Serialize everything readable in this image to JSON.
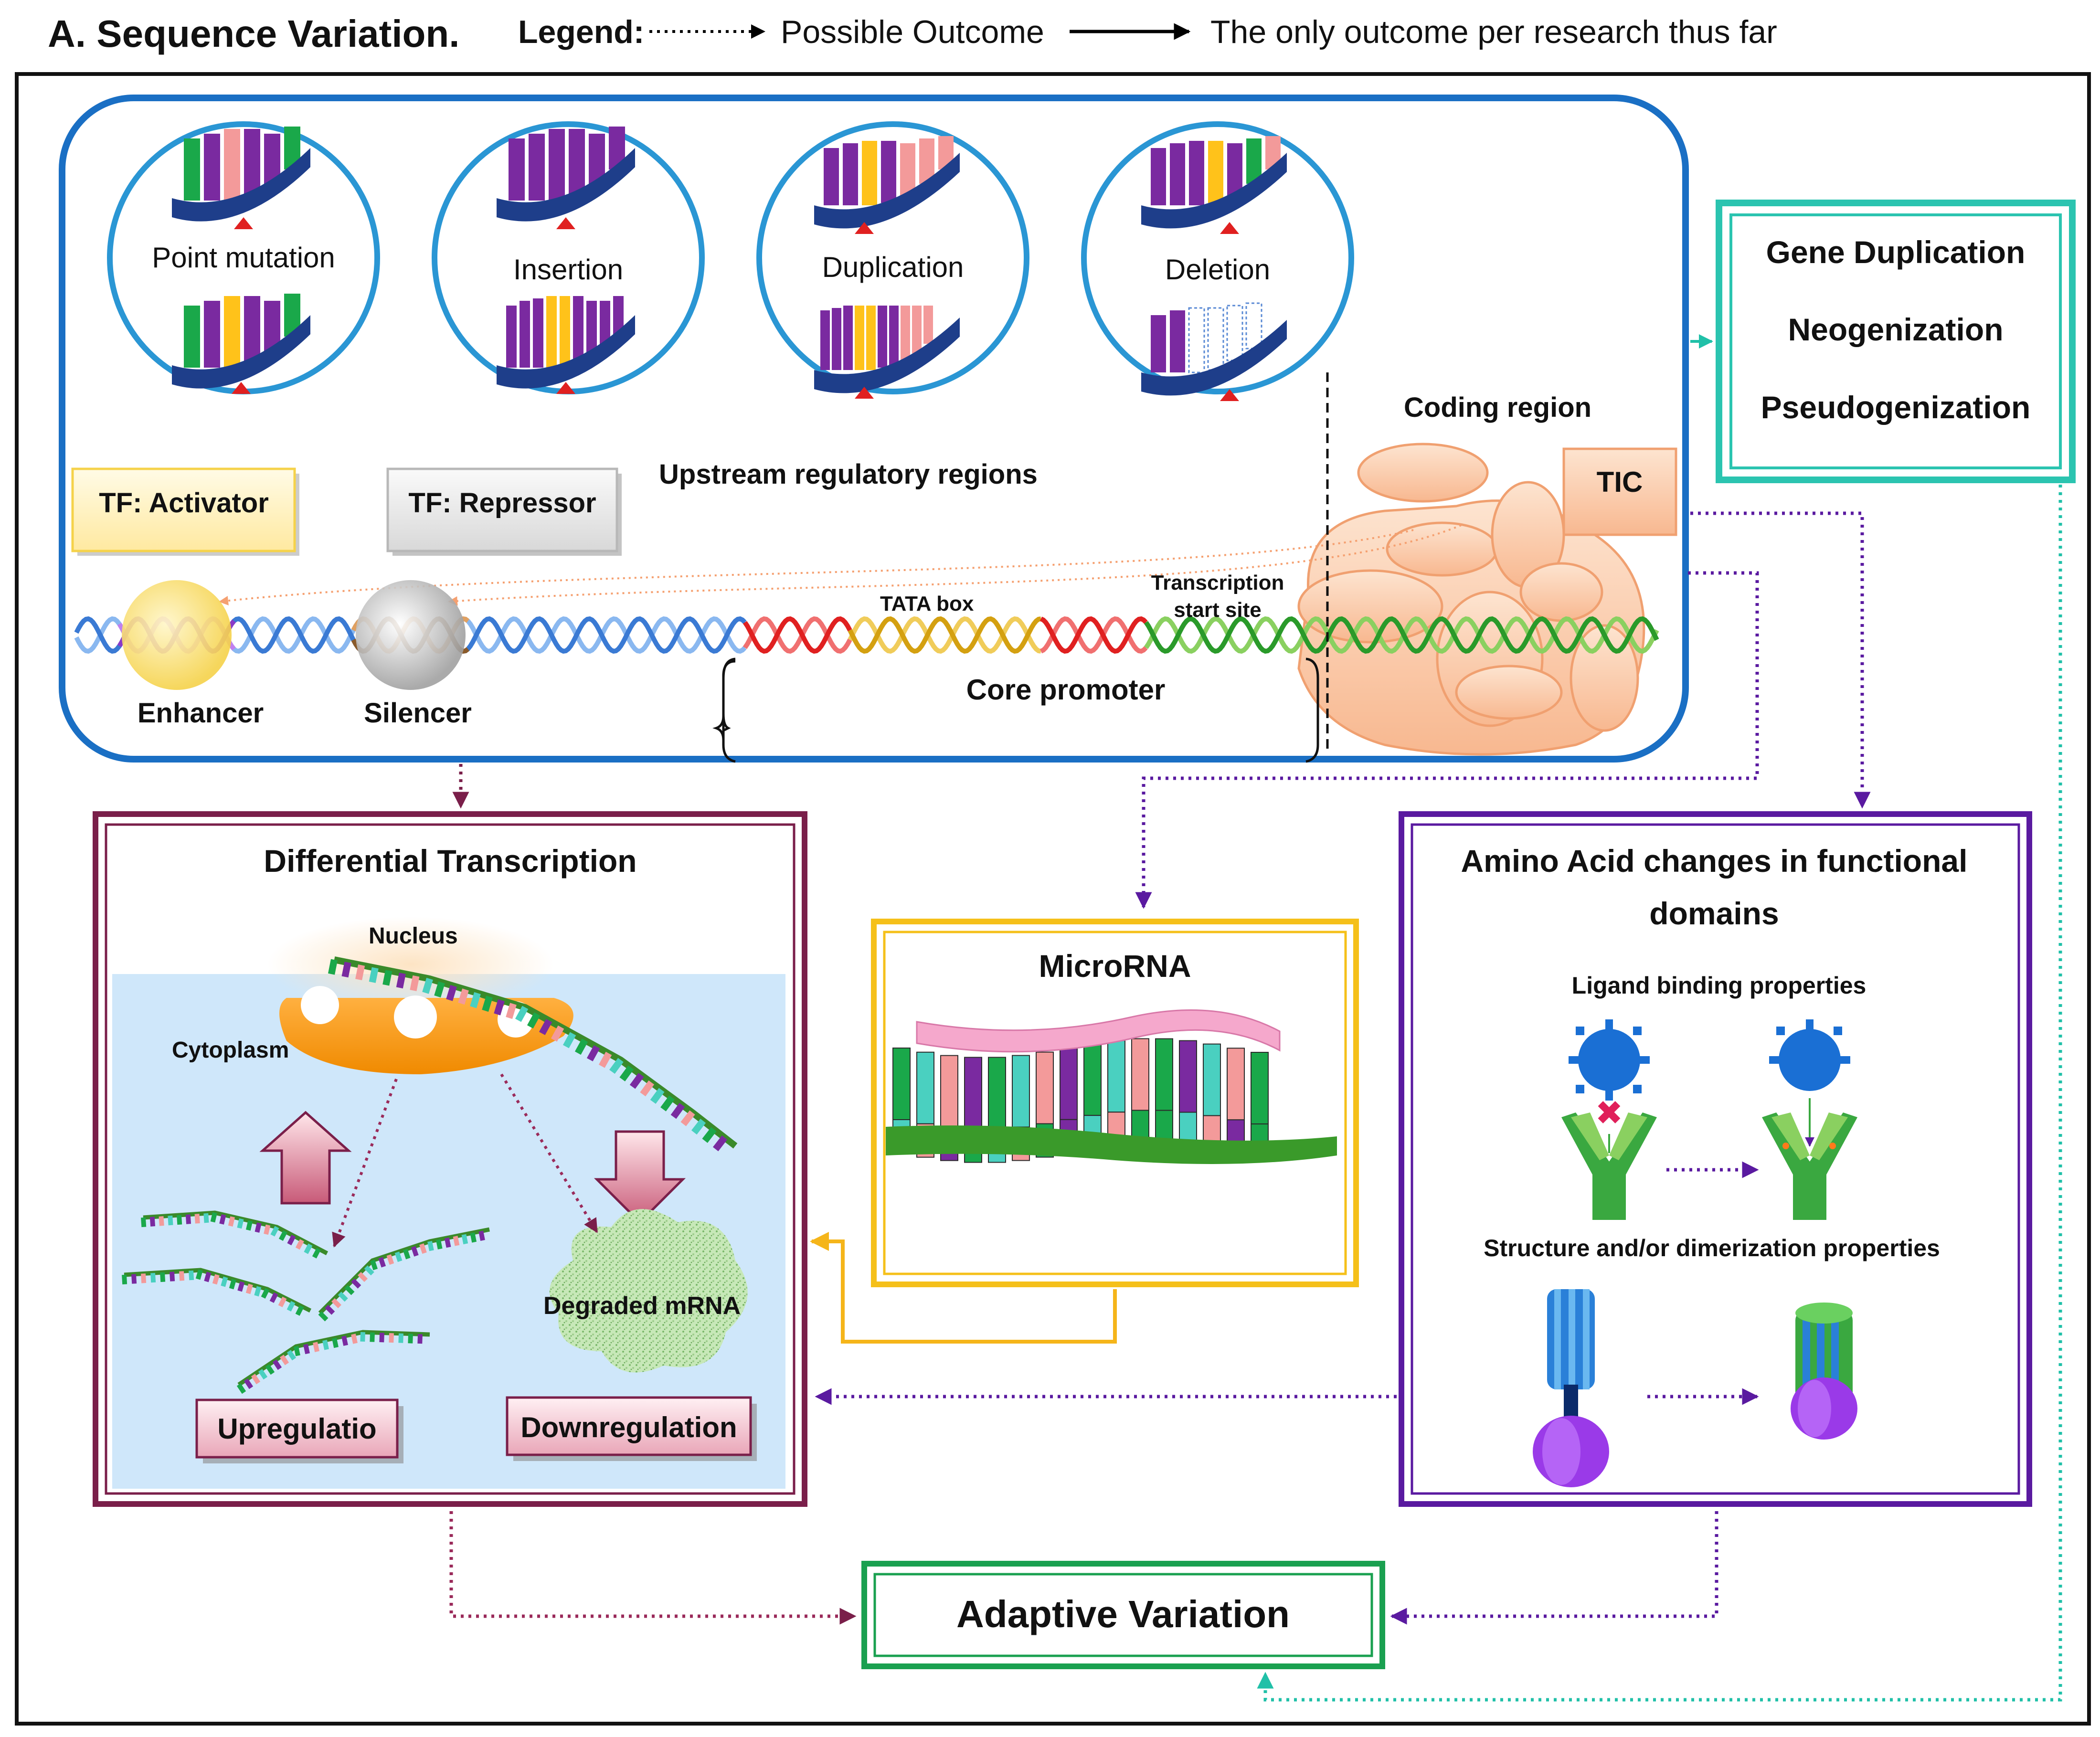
{
  "header": {
    "section_title": "A. Sequence Variation.",
    "legend_label": "Legend:",
    "legend_dotted": "Possible Outcome",
    "legend_solid": "The only outcome per research thus far"
  },
  "mutations": [
    {
      "label": "Point mutation"
    },
    {
      "label": "Insertion"
    },
    {
      "label": "Duplication"
    },
    {
      "label": "Deletion"
    }
  ],
  "regulatory": {
    "tf_activator": "TF: Activator",
    "tf_repressor": "TF: Repressor",
    "upstream": "Upstream regulatory regions",
    "coding_region": "Coding region",
    "tic": "TIC",
    "tata_box": "TATA box",
    "tss_line1": "Transcription",
    "tss_line2": "start site",
    "enhancer": "Enhancer",
    "silencer": "Silencer",
    "core_promoter": "Core promoter"
  },
  "gene_box": {
    "items": [
      "Gene Duplication",
      "Neogenization",
      "Pseudogenization"
    ]
  },
  "transcription": {
    "title": "Differential Transcription",
    "nucleus": "Nucleus",
    "cytoplasm": "Cytoplasm",
    "degraded": "Degraded mRNA",
    "upregulation": "Upregulatio",
    "downregulation": "Downregulation"
  },
  "microrna": {
    "title": "MicroRNA"
  },
  "amino": {
    "title_line1": "Amino Acid changes in functional",
    "title_line2": "domains",
    "ligand": "Ligand binding properties",
    "structure": "Structure and/or dimerization properties"
  },
  "adaptive": {
    "label": "Adaptive Variation"
  },
  "colors": {
    "regulatory_border": "#1a6fc4",
    "circle_border": "#2a96d4",
    "gene_box": "#2bc4b0",
    "transcription_box": "#7a1f4a",
    "microrna_box": "#f5c01a",
    "amino_box": "#5a1aa0",
    "adaptive_box": "#1aa050",
    "purple_arrow": "#5a1aa0",
    "maroon_arrow": "#7a1f4a",
    "teal_arrow": "#20c0a8"
  }
}
